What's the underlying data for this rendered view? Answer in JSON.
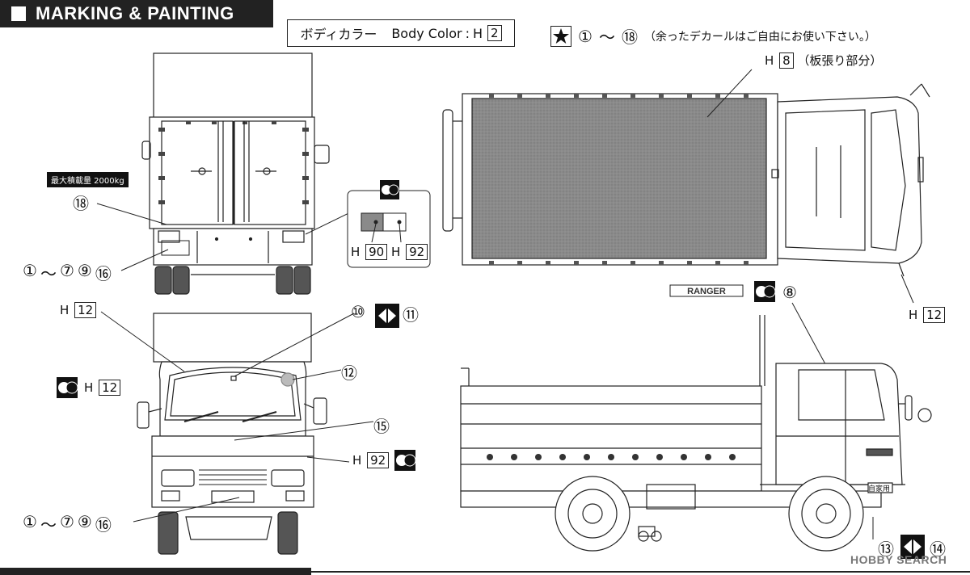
{
  "header": {
    "title": "MARKING & PAINTING"
  },
  "body_color": {
    "jp": "ボディカラー",
    "en": "Body Color",
    "colon": ":",
    "code_prefix": "H",
    "code_number": "2"
  },
  "decal_note": {
    "range_start": "①",
    "tilde": "〜",
    "range_end": "⑱",
    "text": "（余ったデカールはご自由にお使い下さい。）"
  },
  "top_view": {
    "prefix": "H",
    "number": "8",
    "note": "（板張り部分）",
    "cab_prefix": "H",
    "cab_number": "12"
  },
  "rear_view": {
    "capacity": "最大積載量 2000kg",
    "c18": "⑱",
    "bottom": {
      "a": "①",
      "tilde": "〜",
      "b": "⑦",
      "c": "⑨",
      "d": "⑯"
    },
    "lamp_left_prefix": "H",
    "lamp_left_number": "90",
    "lamp_right_prefix": "H",
    "lamp_right_number": "92"
  },
  "front_view": {
    "h12_prefix": "H",
    "h12_number": "12",
    "mirror_prefix": "H",
    "mirror_number": "12",
    "c10": "⑩",
    "c11": "⑪",
    "c12": "⑫",
    "c15": "⑮",
    "grille_prefix": "H",
    "grille_number": "92",
    "bottom": {
      "a": "①",
      "tilde": "〜",
      "b": "⑦",
      "c": "⑨",
      "d": "⑯"
    }
  },
  "side_view": {
    "c8": "⑧",
    "c13": "⑬",
    "c14": "⑭",
    "ranger_label": "RANGER",
    "door_plate": "自家用"
  },
  "watermark": "HOBBY SEARCH"
}
